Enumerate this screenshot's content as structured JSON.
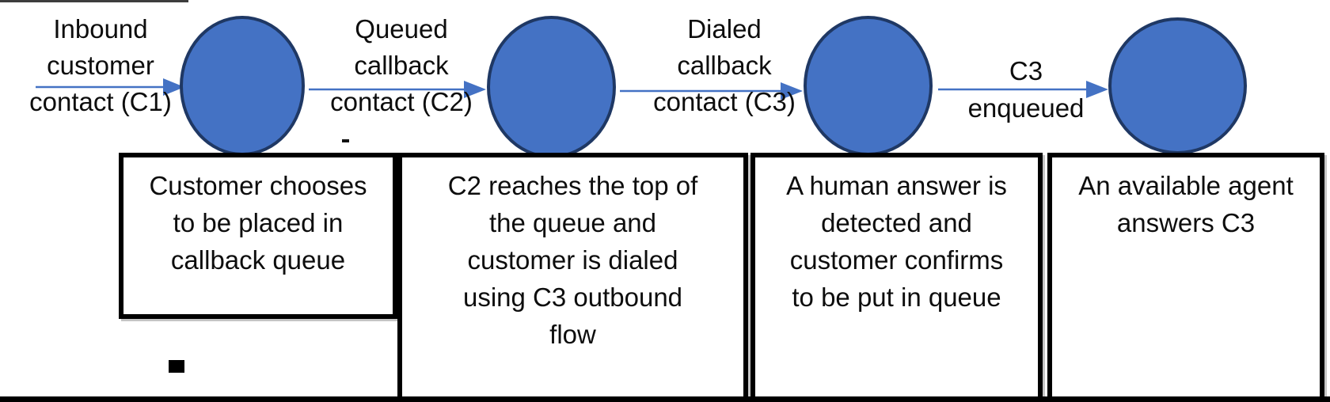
{
  "diagram": {
    "type": "state-flow",
    "transitions": [
      {
        "label": "Inbound\ncustomer\ncontact (C1)"
      },
      {
        "label": "Queued\ncallback\ncontact (C2)"
      },
      {
        "label": "Dialed\ncallback\ncontact (C3)"
      },
      {
        "label": "C3\nenqueued"
      }
    ],
    "nodes": [
      {
        "name": "state-1"
      },
      {
        "name": "state-2"
      },
      {
        "name": "state-3"
      },
      {
        "name": "state-4"
      }
    ],
    "steps": [
      {
        "description": "Customer chooses\nto be placed in\ncallback queue"
      },
      {
        "description": "C2 reaches the top of\nthe queue and\ncustomer is dialed\nusing C3 outbound\nflow"
      },
      {
        "description": "A human answer is\ndetected and\ncustomer confirms\nto be put in queue"
      },
      {
        "description": "An available agent\nanswers C3"
      }
    ],
    "colors": {
      "node_fill": "#4472C4",
      "node_border": "#1F3864",
      "arrow": "#4472C4",
      "box_border": "#000000",
      "text": "#0D0D0D",
      "background": "#FFFFFF"
    }
  }
}
